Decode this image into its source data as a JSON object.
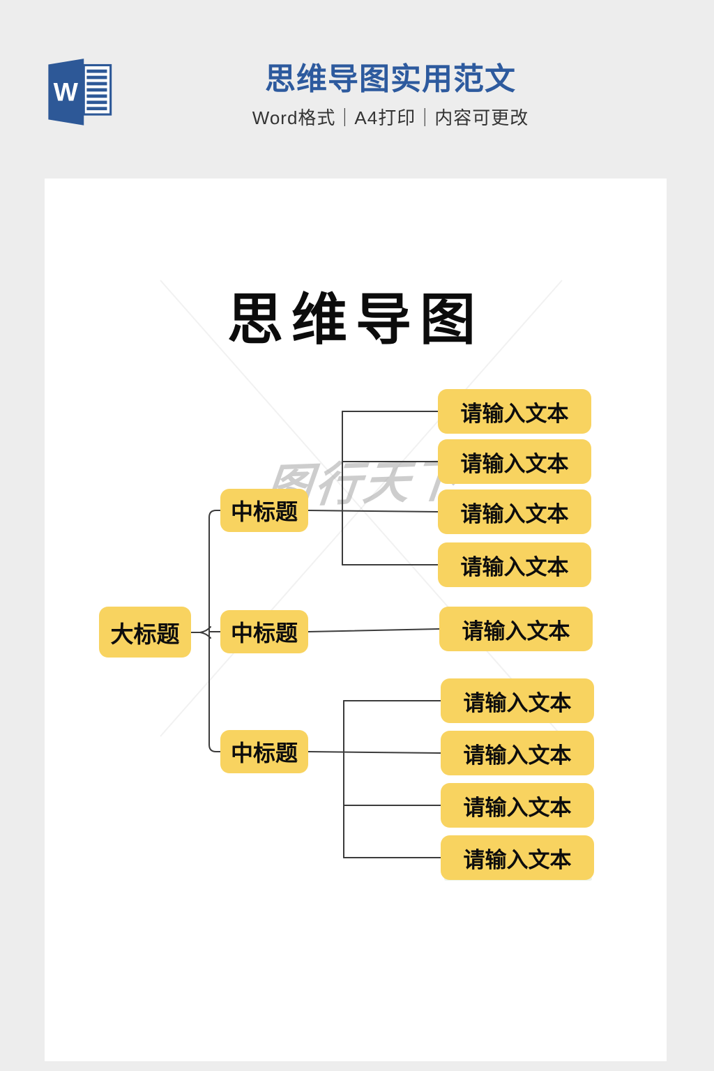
{
  "header": {
    "icon": "word-icon",
    "icon_letter": "W",
    "title": "思维导图实用范文",
    "subtitle": "Word格式｜A4打印｜内容可更改"
  },
  "page": {
    "title": "思维导图",
    "watermark": "图行天下",
    "root_label": "大标题",
    "branches": [
      {
        "label": "中标题",
        "children": [
          "请输入文本",
          "请输入文本",
          "请输入文本",
          "请输入文本"
        ]
      },
      {
        "label": "中标题",
        "children": [
          "请输入文本"
        ]
      },
      {
        "label": "中标题",
        "children": [
          "请输入文本",
          "请输入文本",
          "请输入文本",
          "请输入文本"
        ]
      }
    ]
  },
  "colors": {
    "node_fill": "#f8d360",
    "accent_blue": "#2d5a9e",
    "connector": "#3b3b3b",
    "header_background": "#ededed",
    "page_background": "#ffffff"
  }
}
